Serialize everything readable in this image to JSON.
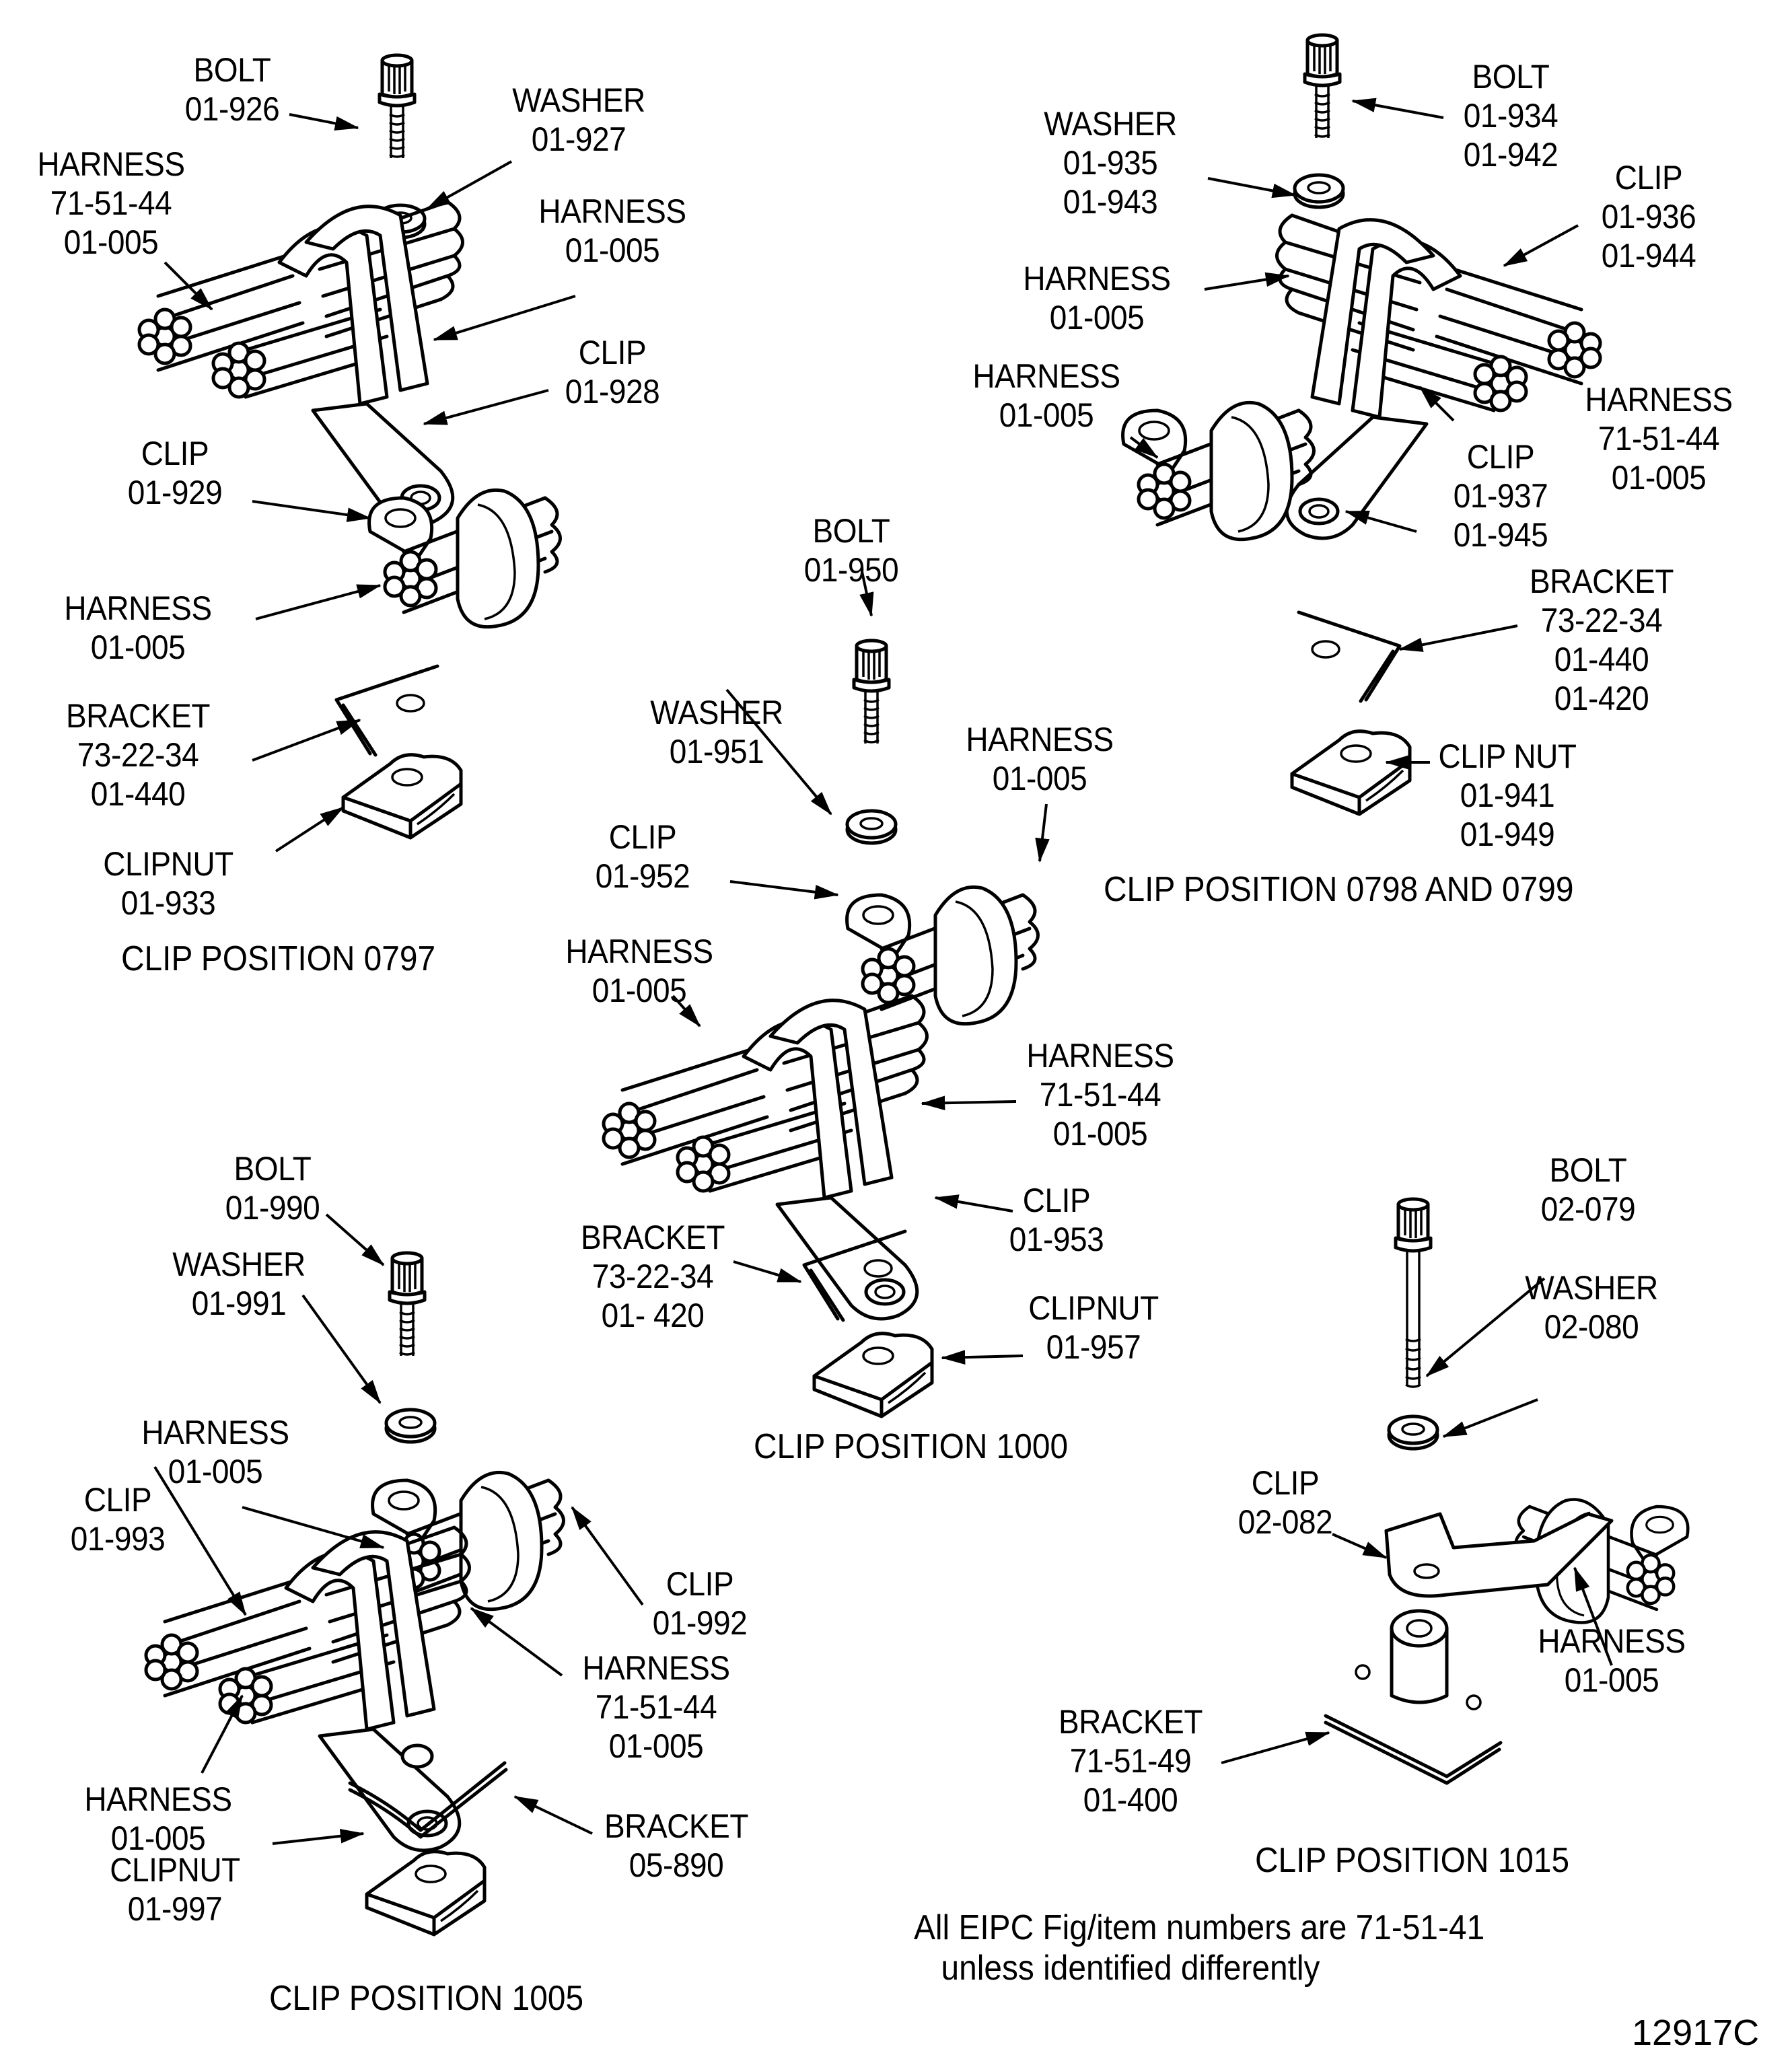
{
  "figure": {
    "figure_number": "12917C",
    "note_lines": [
      "All EIPC Fig/item numbers are 71-51-41",
      "unless identified differently"
    ]
  },
  "positions": [
    {
      "caption": "CLIP POSITION 0797",
      "callouts": [
        {
          "name": "BOLT",
          "numbers": [
            "01-926"
          ]
        },
        {
          "name": "WASHER",
          "numbers": [
            "01-927"
          ]
        },
        {
          "name": "HARNESS",
          "numbers": [
            "71-51-44",
            "01-005"
          ]
        },
        {
          "name": "HARNESS",
          "numbers": [
            "01-005"
          ]
        },
        {
          "name": "CLIP",
          "numbers": [
            "01-928"
          ]
        },
        {
          "name": "CLIP",
          "numbers": [
            "01-929"
          ]
        },
        {
          "name": "HARNESS",
          "numbers": [
            "01-005"
          ]
        },
        {
          "name": "BRACKET",
          "numbers": [
            "73-22-34",
            "01-440"
          ]
        },
        {
          "name": "CLIPNUT",
          "numbers": [
            "01-933"
          ]
        }
      ]
    },
    {
      "caption": "CLIP POSITION  0798 AND 0799",
      "callouts": [
        {
          "name": "BOLT",
          "numbers": [
            "01-934",
            "01-942"
          ]
        },
        {
          "name": "WASHER",
          "numbers": [
            "01-935",
            "01-943"
          ]
        },
        {
          "name": "CLIP",
          "numbers": [
            "01-936",
            "01-944"
          ]
        },
        {
          "name": "HARNESS",
          "numbers": [
            "01-005"
          ]
        },
        {
          "name": "HARNESS",
          "numbers": [
            "01-005"
          ]
        },
        {
          "name": "HARNESS",
          "numbers": [
            "71-51-44",
            "01-005"
          ]
        },
        {
          "name": "CLIP",
          "numbers": [
            "01-937",
            "01-945"
          ]
        },
        {
          "name": "BRACKET",
          "numbers": [
            "73-22-34",
            "01-440",
            "01-420"
          ]
        },
        {
          "name": "CLIP NUT",
          "numbers": [
            "01-941",
            "01-949"
          ]
        }
      ]
    },
    {
      "caption": "CLIP POSITION 1000",
      "callouts": [
        {
          "name": "BOLT",
          "numbers": [
            "01-950"
          ]
        },
        {
          "name": "WASHER",
          "numbers": [
            "01-951"
          ]
        },
        {
          "name": "HARNESS",
          "numbers": [
            "01-005"
          ]
        },
        {
          "name": "CLIP",
          "numbers": [
            "01-952"
          ]
        },
        {
          "name": "HARNESS",
          "numbers": [
            "01-005"
          ]
        },
        {
          "name": "HARNESS",
          "numbers": [
            "71-51-44",
            "01-005"
          ]
        },
        {
          "name": "CLIP",
          "numbers": [
            "01-953"
          ]
        },
        {
          "name": "BRACKET",
          "numbers": [
            "73-22-34",
            "01- 420"
          ]
        },
        {
          "name": "CLIPNUT",
          "numbers": [
            "01-957"
          ]
        }
      ]
    },
    {
      "caption": "CLIP POSITION 1005",
      "callouts": [
        {
          "name": "BOLT",
          "numbers": [
            "01-990"
          ]
        },
        {
          "name": "WASHER",
          "numbers": [
            "01-991"
          ]
        },
        {
          "name": "HARNESS",
          "numbers": [
            "01-005"
          ]
        },
        {
          "name": "CLIP",
          "numbers": [
            "01-993"
          ]
        },
        {
          "name": "CLIP",
          "numbers": [
            "01-992"
          ]
        },
        {
          "name": "HARNESS",
          "numbers": [
            "71-51-44",
            "01-005"
          ]
        },
        {
          "name": "HARNESS",
          "numbers": [
            "01-005"
          ]
        },
        {
          "name": "BRACKET",
          "numbers": [
            "05-890"
          ]
        },
        {
          "name": "CLIPNUT",
          "numbers": [
            "01-997"
          ]
        }
      ]
    },
    {
      "caption": "CLIP POSITION 1015",
      "callouts": [
        {
          "name": "BOLT",
          "numbers": [
            "02-079"
          ]
        },
        {
          "name": "WASHER",
          "numbers": [
            "02-080"
          ]
        },
        {
          "name": "CLIP",
          "numbers": [
            "02-082"
          ]
        },
        {
          "name": "HARNESS",
          "numbers": [
            "01-005"
          ]
        },
        {
          "name": "BRACKET",
          "numbers": [
            "71-51-49",
            "01-400"
          ]
        }
      ]
    }
  ]
}
